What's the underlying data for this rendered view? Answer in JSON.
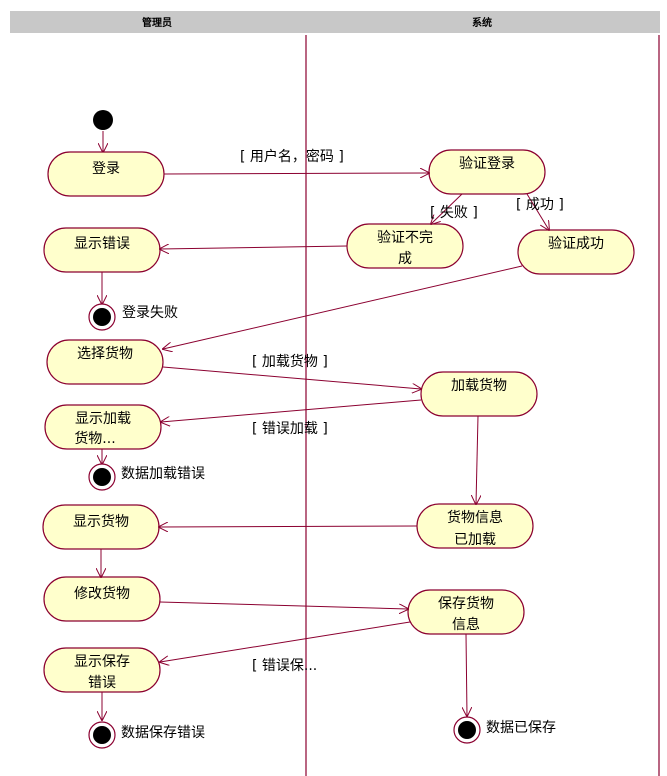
{
  "swimlanes": [
    "管理员",
    "系统"
  ],
  "nodes": {
    "login": "登录",
    "verify_login": "验证登录",
    "verify_fail": [
      "验证不完",
      "成"
    ],
    "verify_ok": "验证成功",
    "show_error": "显示错误",
    "choose_goods": "选择货物",
    "load_goods": "加载货物",
    "show_load_error": [
      "显示加载",
      "货物..."
    ],
    "show_goods": "显示货物",
    "goods_loaded": [
      "货物信息",
      "已加载"
    ],
    "modify_goods": "修改货物",
    "save_goods": [
      "保存货物",
      "信息"
    ],
    "show_save_error": [
      "显示保存",
      "错误"
    ]
  },
  "guards": {
    "credentials": "[ 用户名，密码 ]",
    "fail": "[ 失败 ]",
    "success": "[ 成功 ]",
    "load": "[ 加载货物 ]",
    "load_error": "[ 错误加载 ]",
    "save_error": "[ 错误保..."
  },
  "end_states": {
    "login_failed": "登录失败",
    "load_error": "数据加载错误",
    "save_error": "数据保存错误",
    "saved": "数据已保存"
  }
}
